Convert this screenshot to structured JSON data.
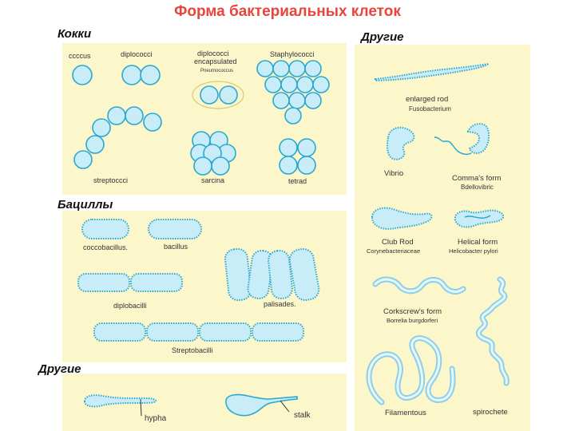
{
  "title": "Форма бактериальных клеток",
  "sections": {
    "cocci": "Кокки",
    "bacilli": "Бациллы",
    "others_right": "Другие",
    "others_bottom": "Другие"
  },
  "cocci_labels": {
    "coccus": "ccccus",
    "diplococci": "diplococci",
    "diplococci_encapsulated_1": "diplococci",
    "diplococci_encapsulated_2": "encapsulated",
    "pneumococcus": "Pneumococcus",
    "staphylococci": "Staphylococci",
    "streptococci": "streptoccci",
    "sarcina": "sarcina",
    "tetrad": "tetrad"
  },
  "bacilli_labels": {
    "coccobacillus": "coccobacillus.",
    "bacillus": "bacillus",
    "diplobacilli": "diplobacilli",
    "palisades": "palisades.",
    "streptobacilli": "Streptobacilli"
  },
  "other_bottom_labels": {
    "hypha": "hypha",
    "stalk": "stalk"
  },
  "other_right_labels": {
    "enlarged_rod": "enlarged rod",
    "fusobacterium": "Fusobacterium",
    "vibrio": "Vibrio",
    "commas_form": "Comma's form",
    "bdellovibrio": "Bdellovibric",
    "club_rod": "Club Rod",
    "corynebacteriaceae": "Corynebacteriaceae",
    "helical_form": "Helical form",
    "helicobacter": "Helicobacter pylori",
    "corkscrew_form": "Corkscrew's form",
    "borrelia": "Borrelia burgdorferi",
    "filamentous": "Filamentous",
    "spirochete": "spirochete"
  },
  "colors": {
    "cell_fill": "#c9ecf9",
    "cell_stroke": "#2aa8cf",
    "panel_bg": "#fcf6cb",
    "title": "#e8453c"
  }
}
